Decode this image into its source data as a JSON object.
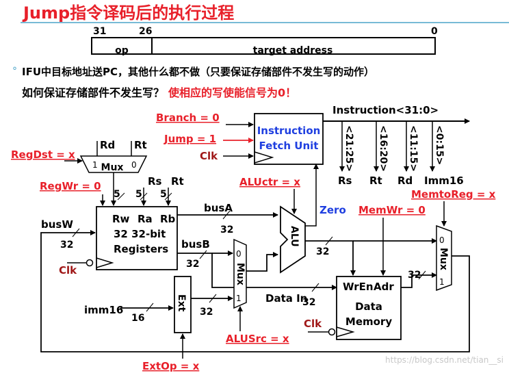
{
  "title": "Jump指令译码后的执行过程",
  "instr_format": {
    "bit31": "31",
    "bit26": "26",
    "bit0": "0",
    "field_op": "op",
    "field_target": "target address"
  },
  "notes": {
    "bullet": "°",
    "line1": "IFU中目标地址送PC，其他什么都不做（只要保证存储部件不发生写的动作）",
    "line2_question": "如何保证存储部件不发生写？",
    "line2_answer": "使相应的写使能信号为0！"
  },
  "control": {
    "branch": "Branch = 0",
    "jump": "Jump = 1",
    "regdst": "RegDst = x",
    "regwr": "RegWr = 0",
    "aluctr": "ALUctr = x",
    "memwr": "MemWr = 0",
    "memtoreg": "MemtoReg = x",
    "alusrc": "ALUSrc = x",
    "extop": "ExtOp = x"
  },
  "labels": {
    "clk": "Clk",
    "ifu_line1": "Instruction",
    "ifu_line2": "Fetch Unit",
    "instruction_bus": "Instruction<31:0>",
    "f_21_25": "<21:25>",
    "f_16_20": "<16:20>",
    "f_11_15": "<11:15>",
    "f_0_15": "<0:15>",
    "rs": "Rs",
    "rt": "Rt",
    "rd": "Rd",
    "imm16": "Imm16",
    "rd_top": "Rd",
    "rt_top": "Rt",
    "mux": "Mux",
    "mux_1": "1",
    "mux_0": "0",
    "five": "5",
    "rs_in": "Rs",
    "rt_in": "Rt",
    "reg_rw": "Rw",
    "reg_ra": "Ra",
    "reg_rb": "Rb",
    "reg_line2": "32 32-bit",
    "reg_line3": "Registers",
    "busw": "busW",
    "busa": "busA",
    "busb": "busB",
    "w32": "32",
    "alu": "ALU",
    "zero": "Zero",
    "ext": "Ext",
    "imm16_in": "imm16",
    "w16": "16",
    "data_in": "Data In",
    "wren": "WrEn",
    "adr": "Adr",
    "data": "Data",
    "memory": "Memory"
  },
  "watermark": "https://blog.csdn.net/tian__si",
  "colors": {
    "title": "#e8202a",
    "control": "#e8202a",
    "ifu_text": "#1f3fe0",
    "zero": "#1f3fe0",
    "title_rule": "#4aa3c8"
  }
}
